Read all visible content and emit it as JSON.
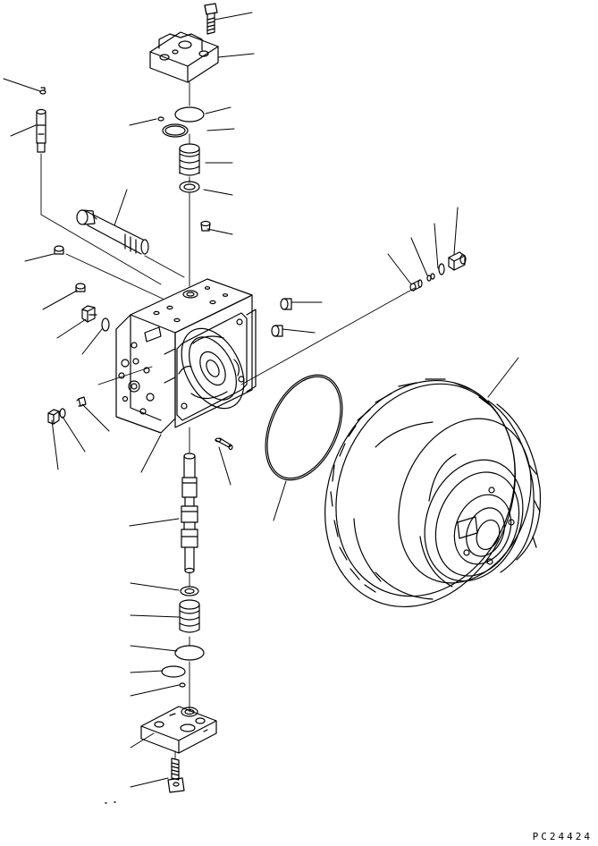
{
  "figure": {
    "reference_code": "PC24424",
    "colors": {
      "ink": "#000000",
      "paper": "#ffffff"
    },
    "parts": [
      "cap-screw-top",
      "cover-top",
      "o-ring-plug-left",
      "pin-left",
      "plate-top",
      "o-ring-top",
      "spring-top",
      "retainer-top",
      "plug-top",
      "long-shaft",
      "plug-left-1",
      "plug-left-2",
      "fitting-left",
      "o-ring-left",
      "fitting-bottom-left",
      "washer-bottom-left",
      "valve-body",
      "pin-right",
      "dowel-pin",
      "plug-right-1",
      "plug-right-2",
      "relief-plug",
      "relief-spring",
      "relief-washer",
      "relief-poppet",
      "gasket-ring",
      "motor-housing",
      "spool",
      "retainer-bottom",
      "spring-bottom",
      "plate-bottom",
      "o-ring-bottom",
      "ball-bottom",
      "cover-bottom",
      "cap-screw-bottom"
    ]
  }
}
